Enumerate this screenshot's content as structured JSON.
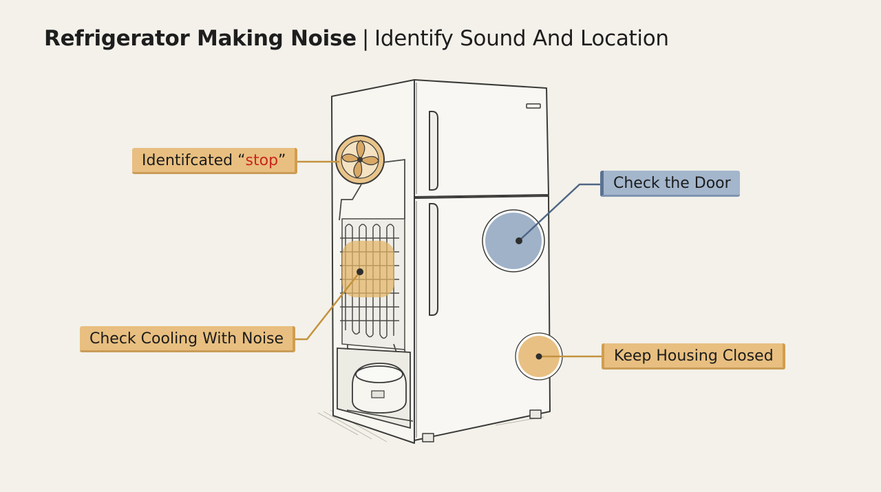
{
  "title": {
    "main": "Refrigerator Making Noise",
    "separator": "|",
    "sub": "Identify Sound And Location"
  },
  "callouts": {
    "fan": {
      "prefix": "Identifcated “",
      "highlight": "stop",
      "suffix": "”"
    },
    "door": "Check the Door",
    "cooling": "Check Cooling With Noise",
    "housing": "Keep Housing Closed"
  },
  "colors": {
    "background": "#f3f1ea",
    "orange_label": "#e8bf80",
    "blue_label": "#a3b6cc",
    "highlight_text": "#c8261c",
    "line_orange": "#c4923f",
    "line_blue": "#4f6685"
  }
}
